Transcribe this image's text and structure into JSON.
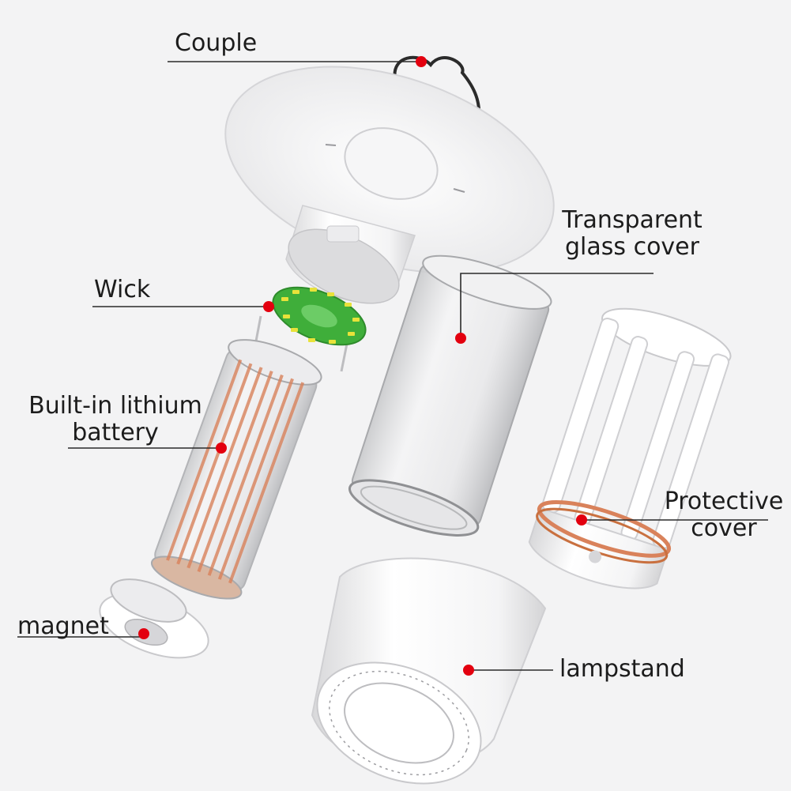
{
  "colors": {
    "background": "#f3f3f4",
    "leader_line": "#2a2a2a",
    "marker_dot": "#e3000f",
    "pcb_green": "#3fae3a",
    "led_yellow": "#e8e23a",
    "copper": "#d9825b"
  },
  "labels": {
    "couple": "Couple",
    "wick": "Wick",
    "battery": "Built-in lithium\nbattery",
    "magnet": "magnet",
    "glass_cover": "Transparent\nglass cover",
    "protective_cover": "Protective\ncover",
    "lampstand": "lampstand"
  }
}
